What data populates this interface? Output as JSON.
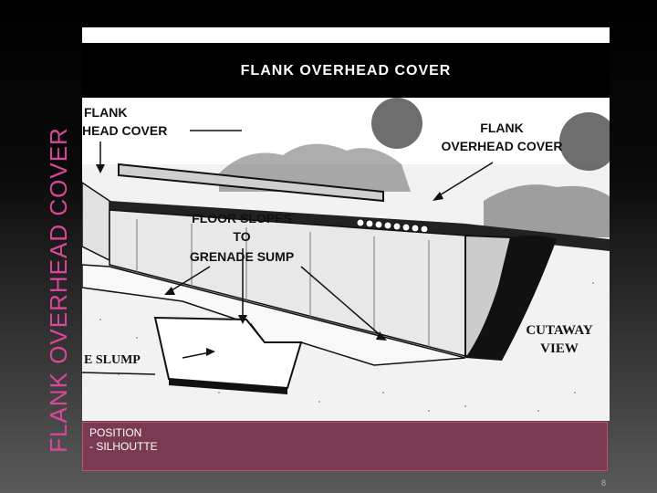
{
  "slide": {
    "vertical_title": "Flank Overhead Cover",
    "slide_number": "8"
  },
  "figure": {
    "heading": "FLANK OVERHEAD COVER",
    "labels": {
      "left_line1": "FLANK",
      "left_line2": "HEAD COVER",
      "right_line1": "FLANK",
      "right_line2": "OVERHEAD COVER",
      "floor_line1": "FLOOR SLOPES",
      "floor_line2": "TO",
      "floor_line3": "GRENADE SUMP",
      "cutaway_line1": "CUTAWAY",
      "cutaway_line2": "VIEW",
      "slump": "E SLUMP"
    }
  },
  "caption": {
    "line1": "POSITION",
    "line2": "- SILHOUTTE"
  }
}
